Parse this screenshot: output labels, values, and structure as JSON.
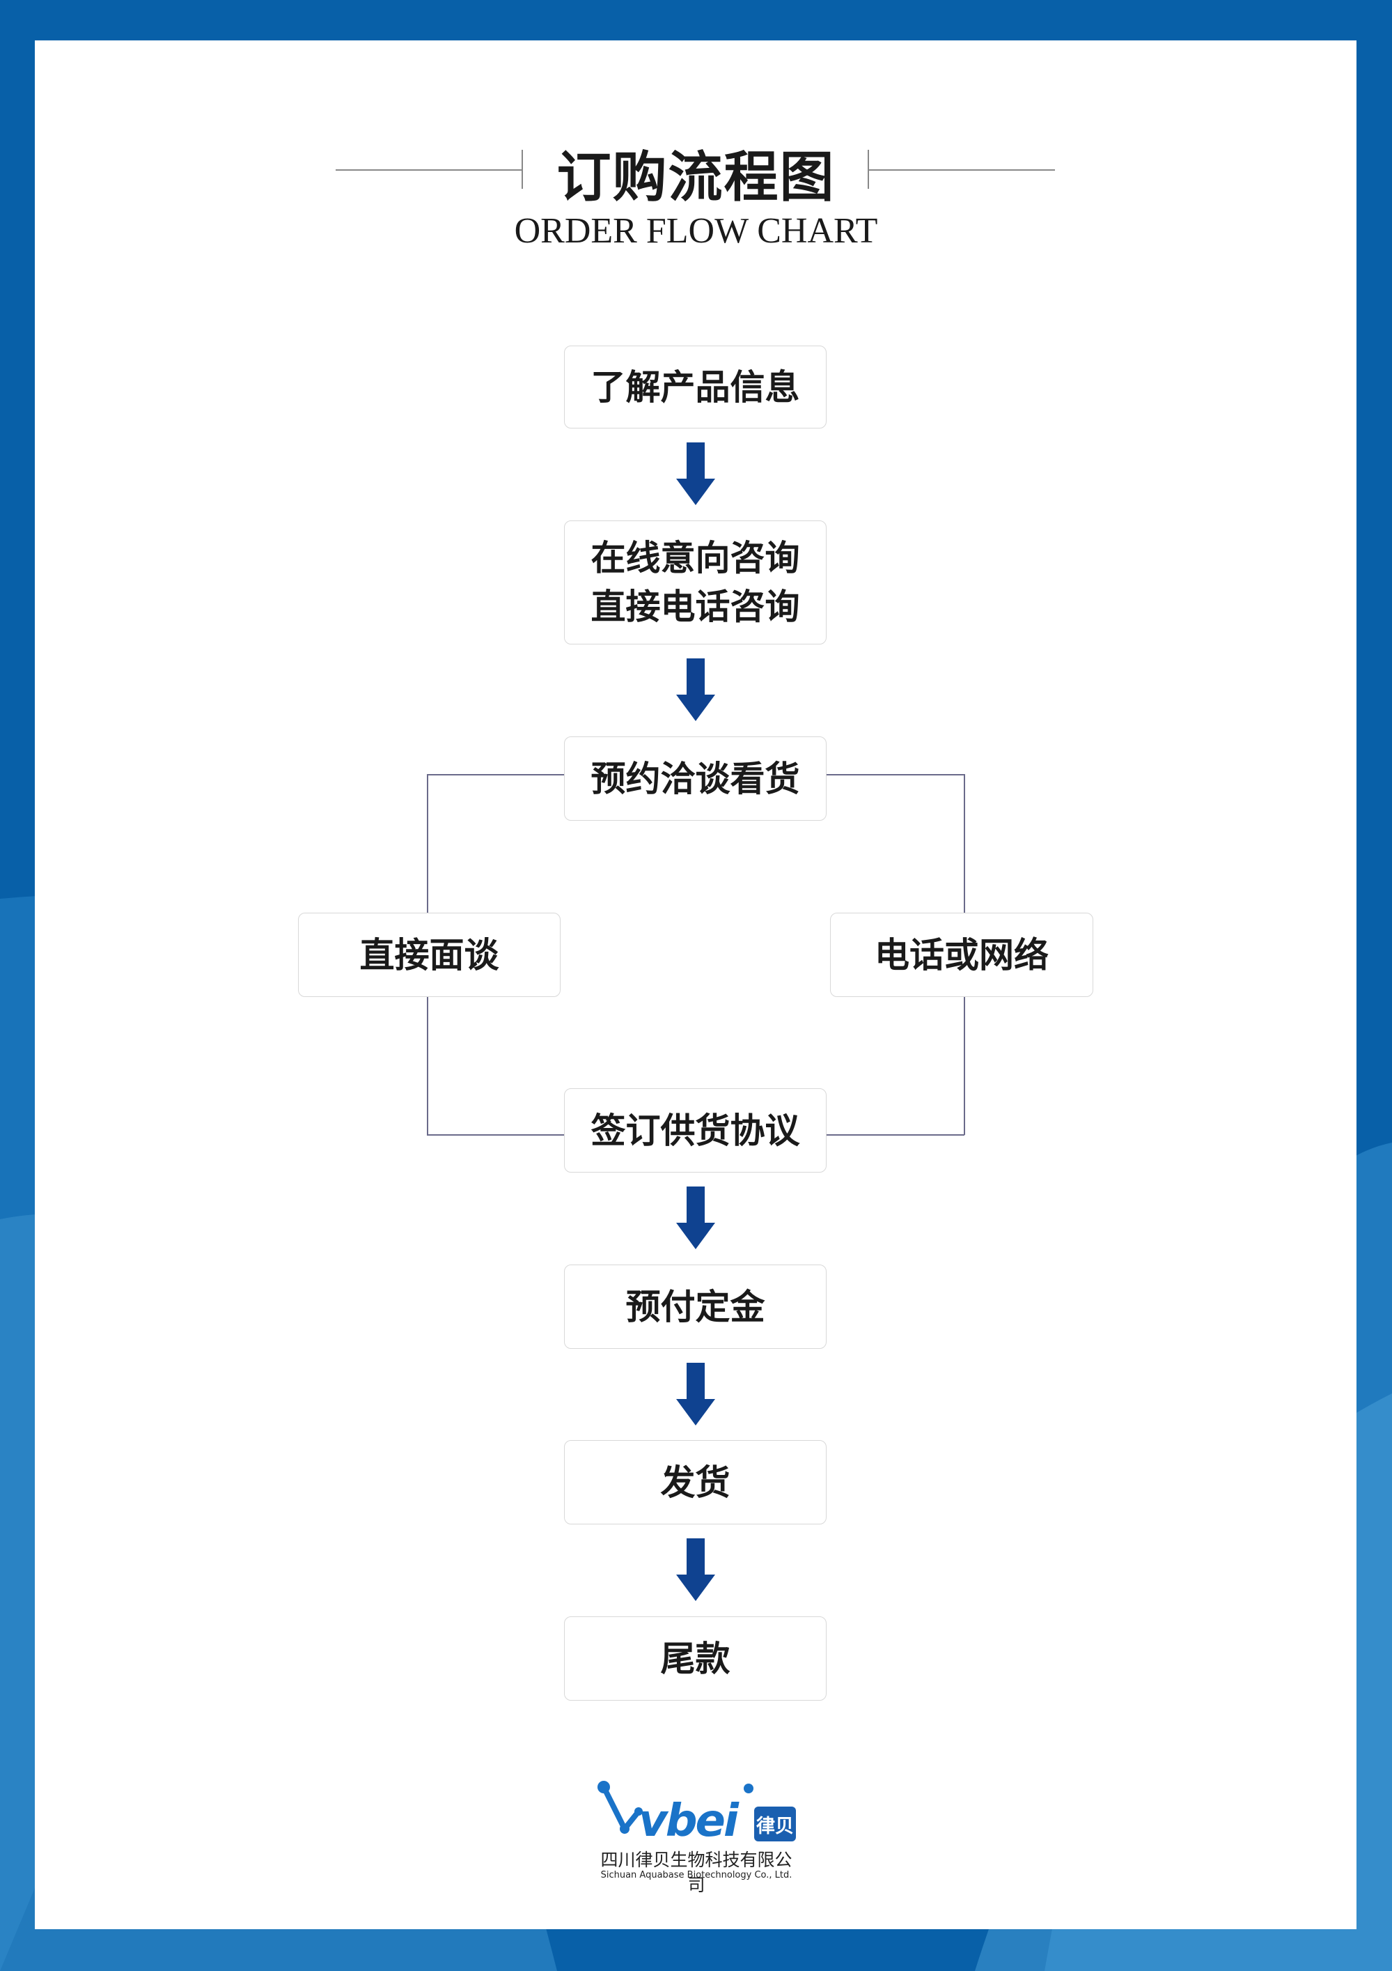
{
  "header": {
    "title_cn": "订购流程图",
    "title_en": "ORDER FLOW CHART"
  },
  "steps": [
    {
      "lines": [
        "了解产品信息"
      ]
    },
    {
      "lines": [
        "在线意向咨询",
        "直接电话咨询"
      ]
    },
    {
      "lines": [
        "预约洽谈看货"
      ]
    },
    {
      "lines": [
        "签订供货协议"
      ]
    },
    {
      "lines": [
        "预付定金"
      ]
    },
    {
      "lines": [
        "发货"
      ]
    },
    {
      "lines": [
        "尾款"
      ]
    }
  ],
  "branches": {
    "left": "直接面谈",
    "right": "电话或网络"
  },
  "footer": {
    "logo_text": "vbei",
    "logo_cn": "律贝",
    "company_cn": "四川律贝生物科技有限公司",
    "company_en": "Sichuan Aquabase Biotechnology Co., Ltd."
  },
  "colors": {
    "frame": "#0860a8",
    "arrow": "#0f4290",
    "logo": "#1a73c8"
  }
}
